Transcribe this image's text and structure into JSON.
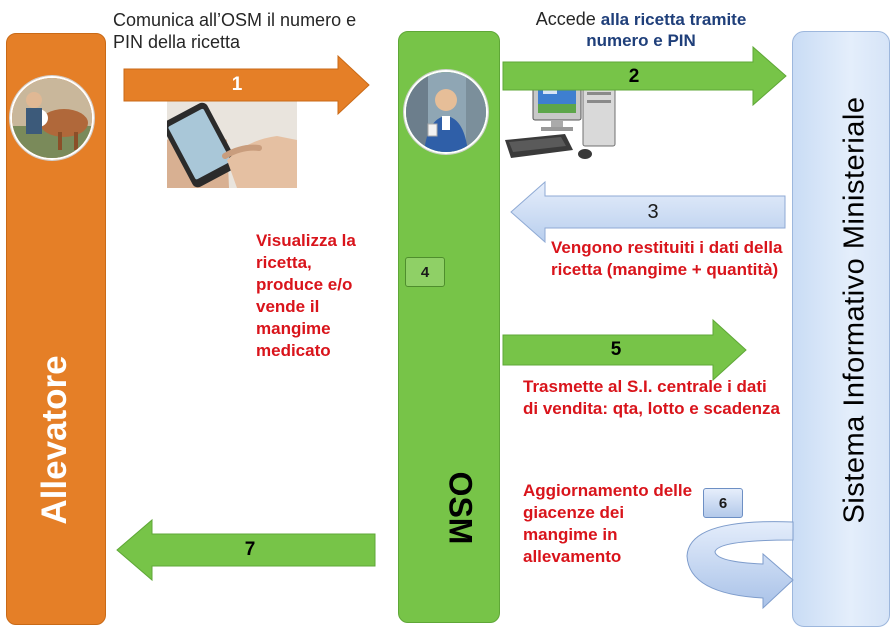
{
  "lanes": {
    "allevatore": "Allevatore",
    "osm": "OSM",
    "sistema": "Sistema Informativo Ministeriale"
  },
  "steps": [
    {
      "num": "1",
      "text": "Comunica all’OSM il numero e PIN della ricetta"
    },
    {
      "num": "2",
      "text_plain": "Accede ",
      "text_bold": "alla ricetta tramite numero e PIN"
    },
    {
      "num": "3",
      "text": "Vengono restituiti i dati della ricetta (mangime + quantità)"
    },
    {
      "num": "4",
      "text": "Visualizza la ricetta, produce e/o vende il mangime medicato"
    },
    {
      "num": "5",
      "text": "Trasmette al S.I. centrale i dati di vendita: qta, lotto e scadenza"
    },
    {
      "num": "6",
      "text": "Aggiornamento delle giacenze dei mangime in allevamento"
    },
    {
      "num": "7"
    }
  ],
  "icons": {
    "farmer_photo": "farmer-with-cows-photo",
    "pharmacist_photo": "pharmacist-photo",
    "phone_photo": "hands-with-smartphone-photo",
    "computer": "desktop-computer-icon"
  },
  "colors": {
    "orange": "#e57f27",
    "green": "#77c448",
    "blue": "#c9dcf5",
    "red_text": "#d9141b",
    "blue_text": "#1f3f7a"
  }
}
